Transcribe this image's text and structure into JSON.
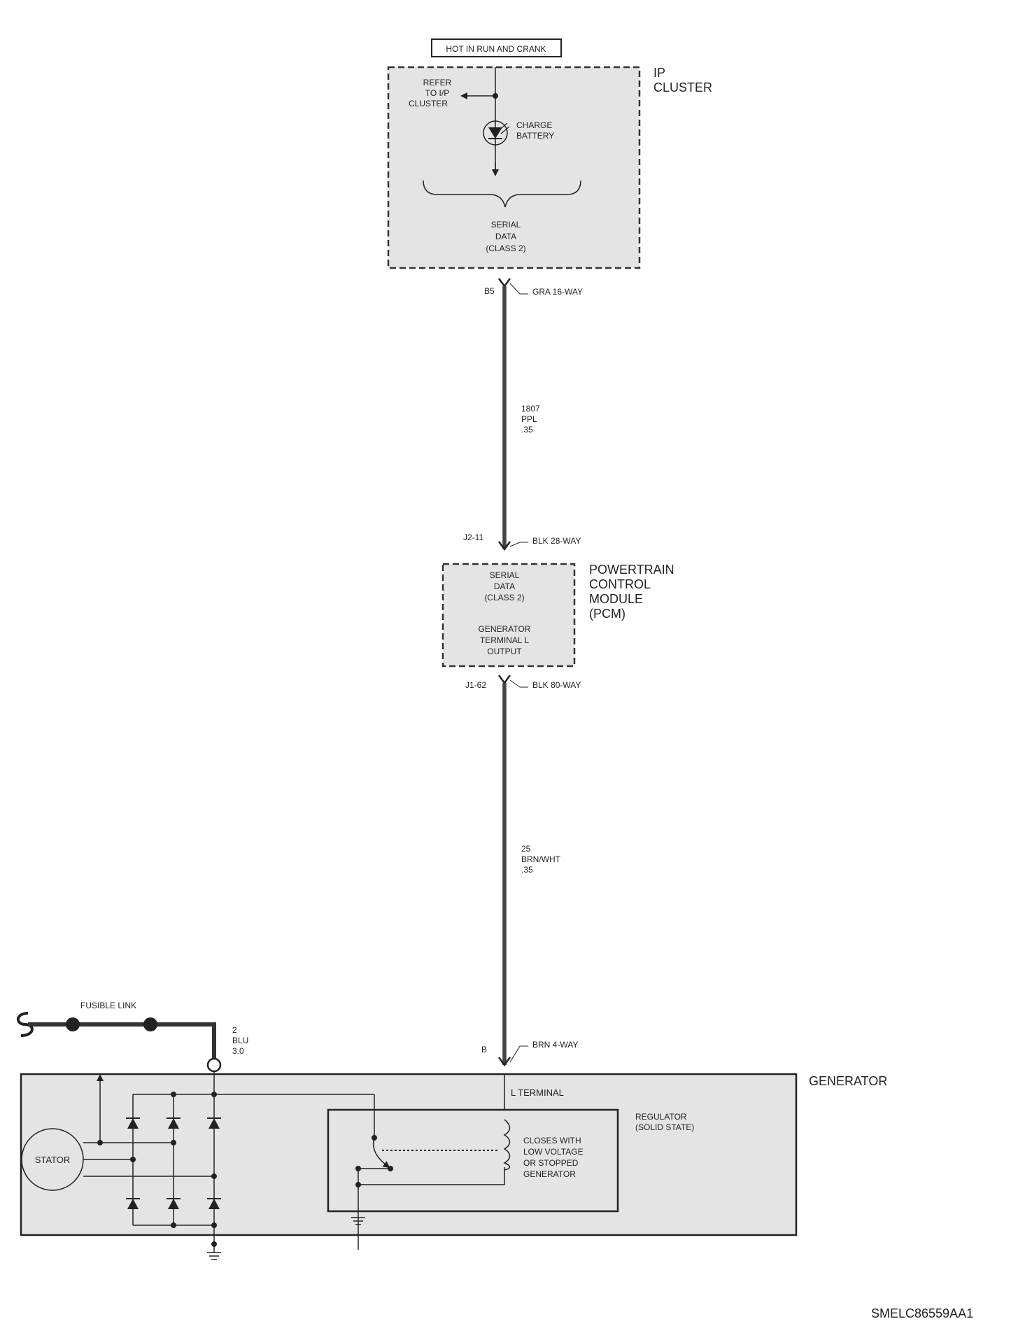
{
  "power_label": "HOT IN RUN AND CRANK",
  "ip_cluster": {
    "name_lines": [
      "IP",
      "CLUSTER"
    ],
    "refer_lines": [
      "REFER",
      "TO I/P",
      "CLUSTER"
    ],
    "lamp_lines": [
      "CHARGE",
      "BATTERY"
    ],
    "serial_lines": [
      "SERIAL",
      "DATA",
      "(CLASS 2)"
    ]
  },
  "connector_top": {
    "pin": "B5",
    "name": "GRA 16-WAY"
  },
  "wire_1": {
    "lines": [
      "1807",
      "PPL",
      ".35"
    ]
  },
  "connector_pcm_top": {
    "pin": "J2-11",
    "name": "BLK 28-WAY"
  },
  "pcm": {
    "name_lines": [
      "POWERTRAIN",
      "CONTROL",
      "MODULE",
      "(PCM)"
    ],
    "serial_lines": [
      "SERIAL",
      "DATA",
      "(CLASS 2)"
    ],
    "output_lines": [
      "GENERATOR",
      "TERMINAL L",
      "OUTPUT"
    ]
  },
  "connector_pcm_bottom": {
    "pin": "J1-62",
    "name": "BLK 80-WAY"
  },
  "wire_2": {
    "lines": [
      "25",
      "BRN/WHT",
      ".35"
    ]
  },
  "connector_gen": {
    "pin": "B",
    "name": "BRN 4-WAY"
  },
  "fusible_link": "FUSIBLE LINK",
  "wire_3": {
    "lines": [
      "2",
      "BLU",
      "3.0"
    ]
  },
  "generator": {
    "name": "GENERATOR",
    "l_terminal": "L TERMINAL",
    "stator": "STATOR",
    "regulator_lines": [
      "REGULATOR",
      "(SOLID STATE)"
    ],
    "switch_lines": [
      "CLOSES WITH",
      "LOW VOLTAGE",
      "OR STOPPED",
      "GENERATOR"
    ]
  },
  "figure_code": "SMELC86559AA1",
  "colors": {
    "shade": "#e4e4e4",
    "line": "#222222",
    "wire": "#444444"
  }
}
